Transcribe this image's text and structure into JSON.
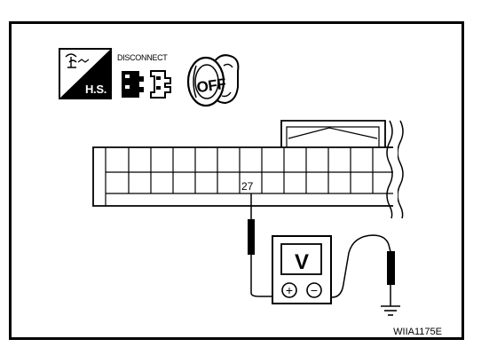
{
  "icons": {
    "hs_label": "H.S.",
    "disconnect_label": "DISCONNECT",
    "ignition_label": "OFF"
  },
  "connector": {
    "terminal_label": "27"
  },
  "voltmeter": {
    "display_label": "V",
    "positive_symbol": "+",
    "negative_symbol": "−"
  },
  "figure_code": "WIIA1175E",
  "colors": {
    "line": "#000000",
    "background": "#ffffff"
  }
}
